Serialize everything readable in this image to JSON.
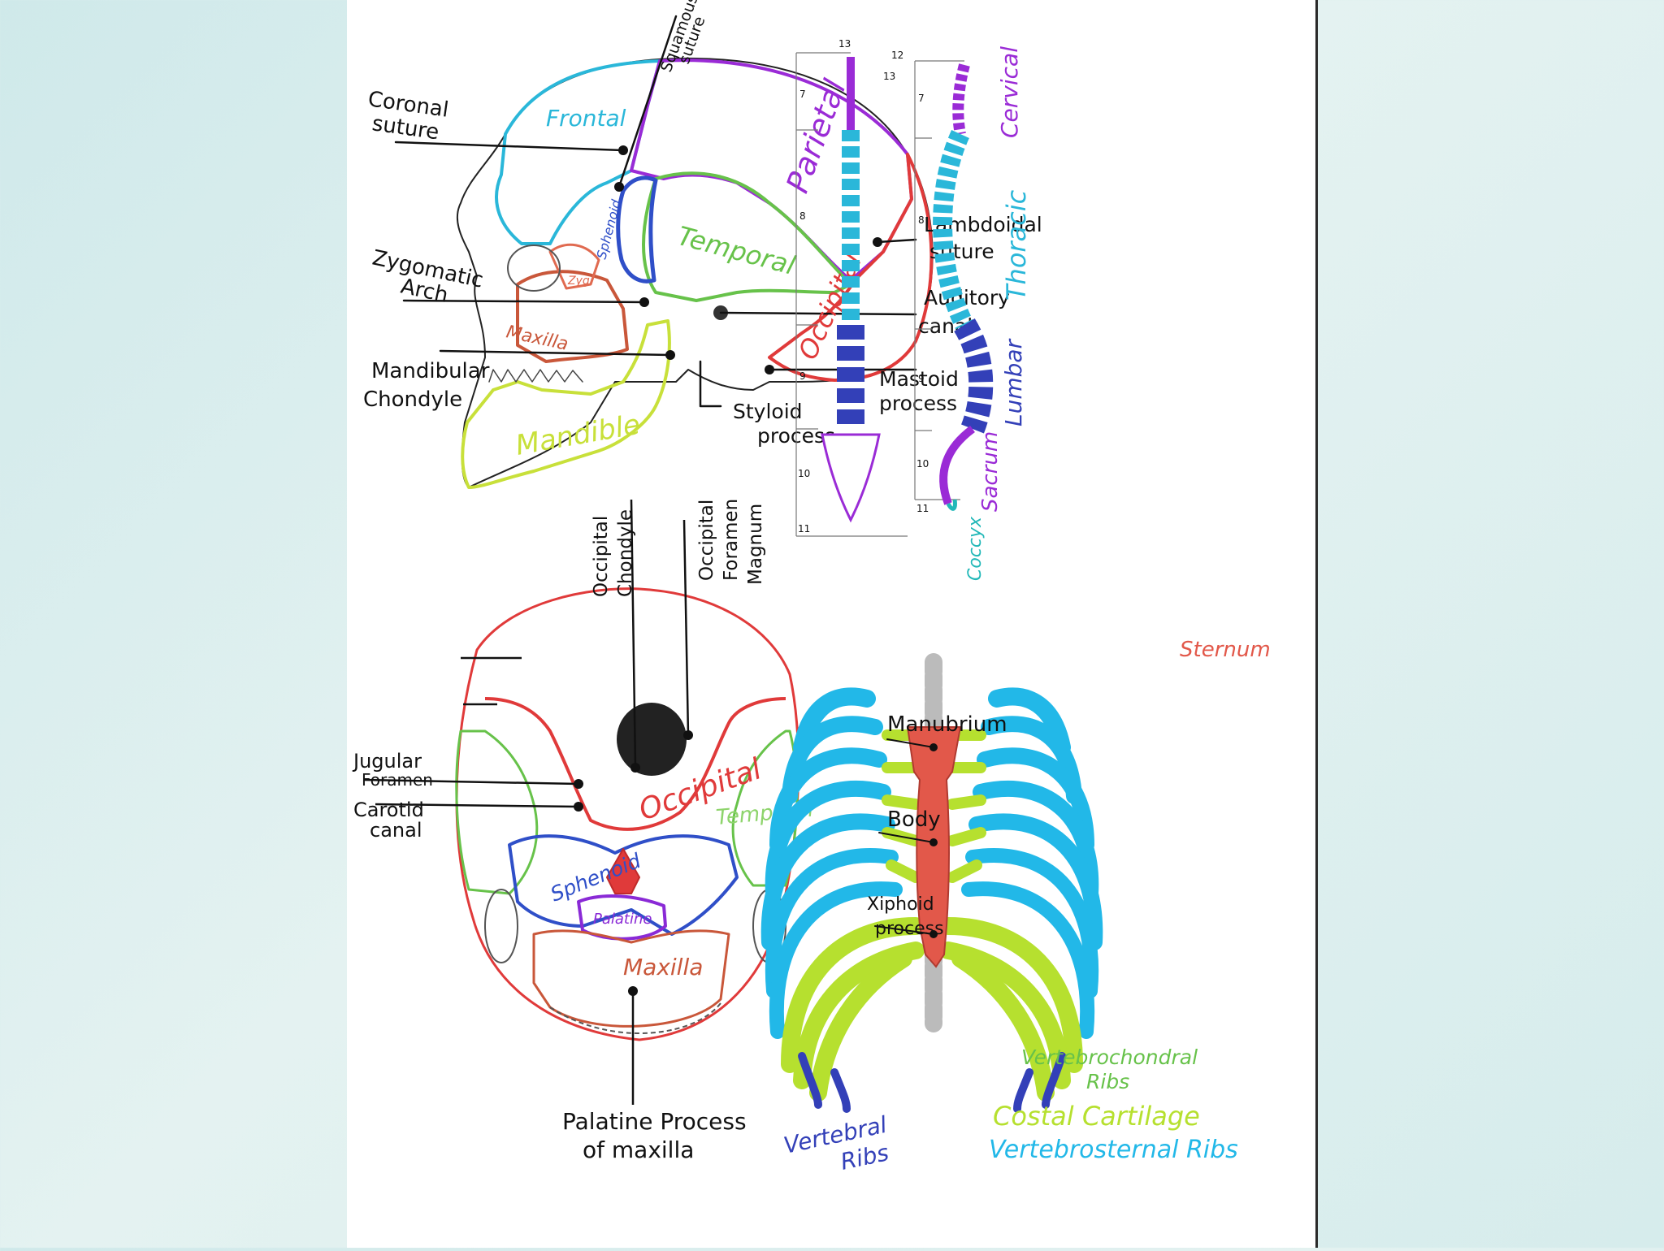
{
  "colors": {
    "frontal": "#2ab7d9",
    "parietal": "#9a2bd6",
    "temporal": "#67c24a",
    "occipital": "#e03a3a",
    "sphenoid": "#2f4fc8",
    "maxilla": "#c9573a",
    "mandible": "#c8e03a",
    "palatine": "#8a2ad6",
    "sternum": "#e2584a",
    "vertebrosternal": "#22b8e8",
    "costal": "#b6e02f",
    "vertebrochondral": "#67c24a",
    "vertebral": "#3340b8",
    "cervical": "#9a2bd6",
    "thoracic": "#2ab7d9",
    "lumbar": "#3340b8",
    "sacrum": "#9a2bd6",
    "coccyx": "#22b8b8",
    "ink": "#111111"
  },
  "skull_lateral": {
    "bones": {
      "frontal": "Frontal",
      "parietal": "Parietal",
      "temporal": "Temporal",
      "occipital": "Occipital",
      "sphenoid": "Sphenoid",
      "maxilla": "Maxilla",
      "mandible": "Mandible",
      "zygomatic": "Zyg"
    },
    "labels": {
      "coronal_suture_1": "Coronal",
      "coronal_suture_2": "suture",
      "squamous_suture_1": "Squamous",
      "squamous_suture_2": "suture",
      "lambdoidal_suture_1": "Lambdoidal",
      "lambdoidal_suture_2": "suture",
      "zygomatic_arch_1": "Zygomatic",
      "zygomatic_arch_2": "Arch",
      "auditory_canal_1": "Auditory",
      "auditory_canal_2": "canal",
      "mandibular_condyle_1": "Mandibular",
      "mandibular_condyle_2": "Chondyle",
      "mastoid_process_1": "Mastoid",
      "mastoid_process_2": "process",
      "styloid_process_1": "Styloid",
      "styloid_process_2": "process"
    }
  },
  "skull_inferior": {
    "bones": {
      "occipital": "Occipital",
      "temporal": "Temporal",
      "sphenoid": "Sphenoid",
      "palatine": "Palatine",
      "maxilla": "Maxilla"
    },
    "labels": {
      "occipital_condyle_1": "Occipital",
      "occipital_condyle_2": "Chondyle",
      "foramen_magnum_1": "Occipital",
      "foramen_magnum_2": "Foramen",
      "foramen_magnum_3": "Magnum",
      "jugular_foramen_1": "Jugular",
      "jugular_foramen_2": "Foramen",
      "carotid_canal_1": "Carotid",
      "carotid_canal_2": "canal",
      "palatine_process_1": "Palatine Process",
      "palatine_process_2": "of maxilla",
      "vertebral_ribs_1": "Vertebral",
      "vertebral_ribs_2": "Ribs"
    }
  },
  "spine": {
    "regions": {
      "cervical": "Cervical",
      "thoracic": "Thoracic",
      "lumbar": "Lumbar",
      "sacrum": "Sacrum",
      "coccyx": "Coccyx"
    },
    "figure_numbers": {
      "n13": "13",
      "n12": "12",
      "n13b": "13",
      "n7a": "7",
      "n7b": "7",
      "n8a": "8",
      "n8b": "8",
      "n9a": "9",
      "n9b": "9",
      "n10a": "10",
      "n10b": "10",
      "n11a": "11",
      "n11b": "11"
    }
  },
  "thorax": {
    "labels": {
      "sternum": "Sternum",
      "manubrium": "Manubrium",
      "body": "Body",
      "xiphoid_1": "Xiphoid",
      "xiphoid_2": "process",
      "vertebrochondral_1": "Vertebrochondral",
      "vertebrochondral_2": "Ribs",
      "costal_cartilage": "Costal Cartilage",
      "vertebrosternal": "Vertebrosternal Ribs"
    }
  }
}
